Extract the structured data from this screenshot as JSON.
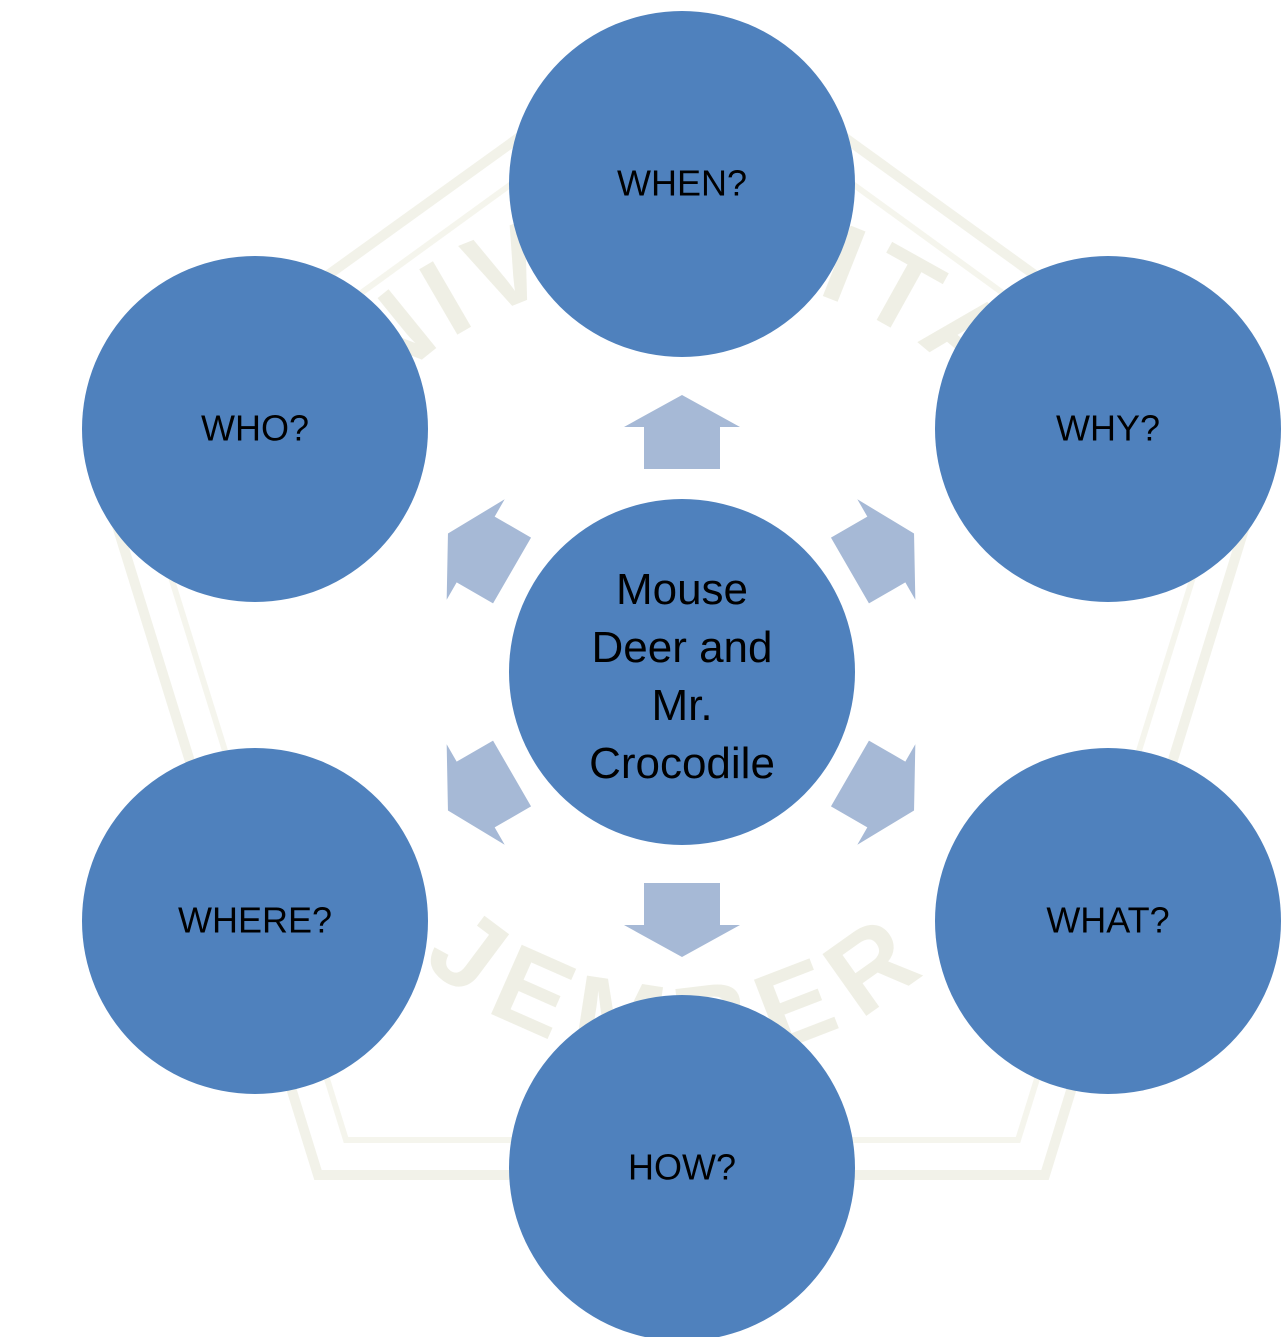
{
  "colors": {
    "circle": "#4f81bd",
    "arrow": "#a6b9d6",
    "watermark": "#e3e3d0",
    "background": "#ffffff"
  },
  "center": {
    "lines": [
      "Mouse",
      "Deer and",
      "Mr.",
      "Crocodile"
    ]
  },
  "nodes": [
    {
      "id": "when",
      "label": "WHEN?"
    },
    {
      "id": "why",
      "label": "WHY?"
    },
    {
      "id": "what",
      "label": "WHAT?"
    },
    {
      "id": "how",
      "label": "HOW?"
    },
    {
      "id": "where",
      "label": "WHERE?"
    },
    {
      "id": "who",
      "label": "WHO?"
    }
  ],
  "watermark": {
    "top_text": "UNIVERSITAS",
    "bottom_text": "JEMBER"
  }
}
